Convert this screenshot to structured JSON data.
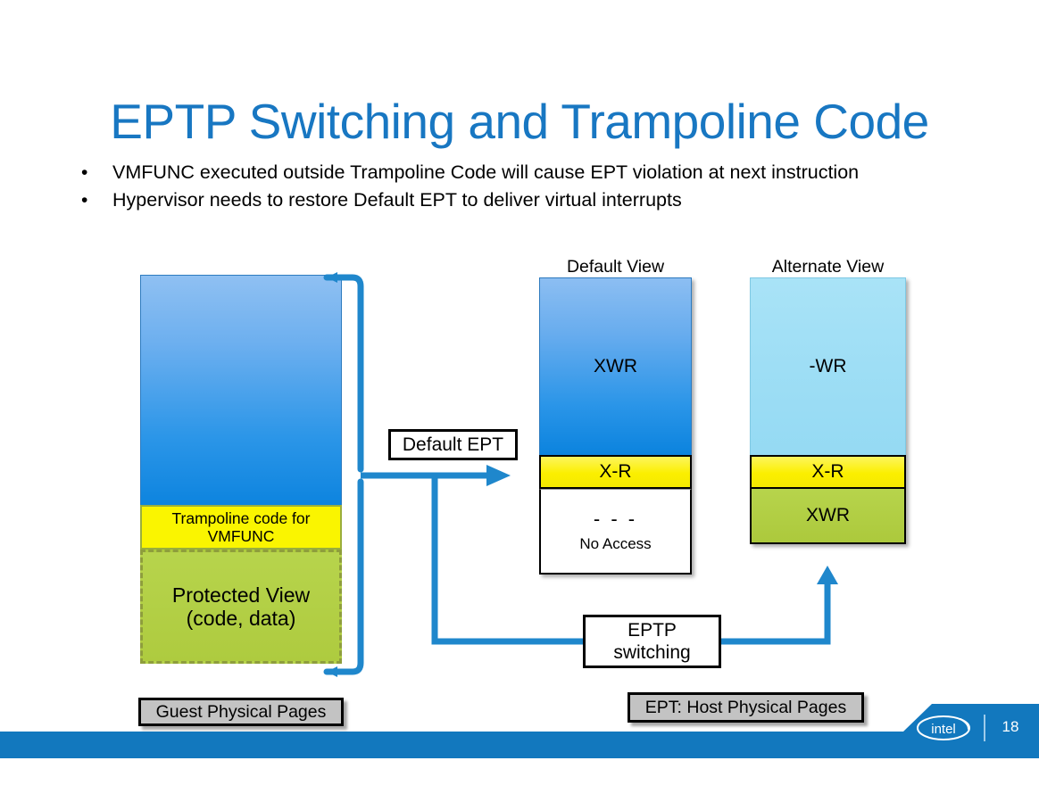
{
  "slide": {
    "title": "EPTP Switching and Trampoline Code",
    "page_number": "18",
    "bullets": [
      "VMFUNC executed outside Trampoline Code will cause EPT violation at next instruction",
      "Hypervisor needs to restore Default EPT to deliver virtual interrupts"
    ],
    "bullet_marker": "•"
  },
  "guest_memory": {
    "caption": "Guest Physical Pages",
    "segments": [
      {
        "label": "",
        "color": "#2C96E8",
        "kind": "blue-gradient"
      },
      {
        "label": "Trampoline code for VMFUNC",
        "color": "#FAF500",
        "kind": "yellow"
      },
      {
        "label": "Protected View (code, data)",
        "color": "#B2D235",
        "kind": "green-dashed"
      }
    ],
    "trampoline_line1": "Trampoline code for",
    "trampoline_line2": "VMFUNC",
    "protected_line1": "Protected View",
    "protected_line2": "(code, data)"
  },
  "ept_views": {
    "caption": "EPT: Host Physical Pages",
    "default_view": {
      "header": "Default View",
      "segments": [
        {
          "label": "XWR",
          "color": "#2C96E8"
        },
        {
          "label": "X-R",
          "color": "#FBEF00"
        },
        {
          "label": "- - -",
          "sublabel": "No Access",
          "color": "#FFFFFF"
        }
      ]
    },
    "alternate_view": {
      "header": "Alternate View",
      "segments": [
        {
          "label": "-WR",
          "color": "#9EDEF5"
        },
        {
          "label": "X-R",
          "color": "#FBEF00"
        },
        {
          "label": "XWR",
          "color": "#B2D235"
        }
      ]
    }
  },
  "callouts": {
    "default_ept": "Default EPT",
    "eptp_switching_line1": "EPTP",
    "eptp_switching_line2": "switching"
  },
  "footer": {
    "brand": "intel",
    "page_number": "18"
  },
  "colors": {
    "title_blue": "#1877C2",
    "footer_blue": "#1278BE",
    "connector_blue": "#1F87CC",
    "yellow": "#FBEF00",
    "green": "#B2D235",
    "cyan": "#9EDEF5",
    "gray_label": "#C3C3C3"
  }
}
